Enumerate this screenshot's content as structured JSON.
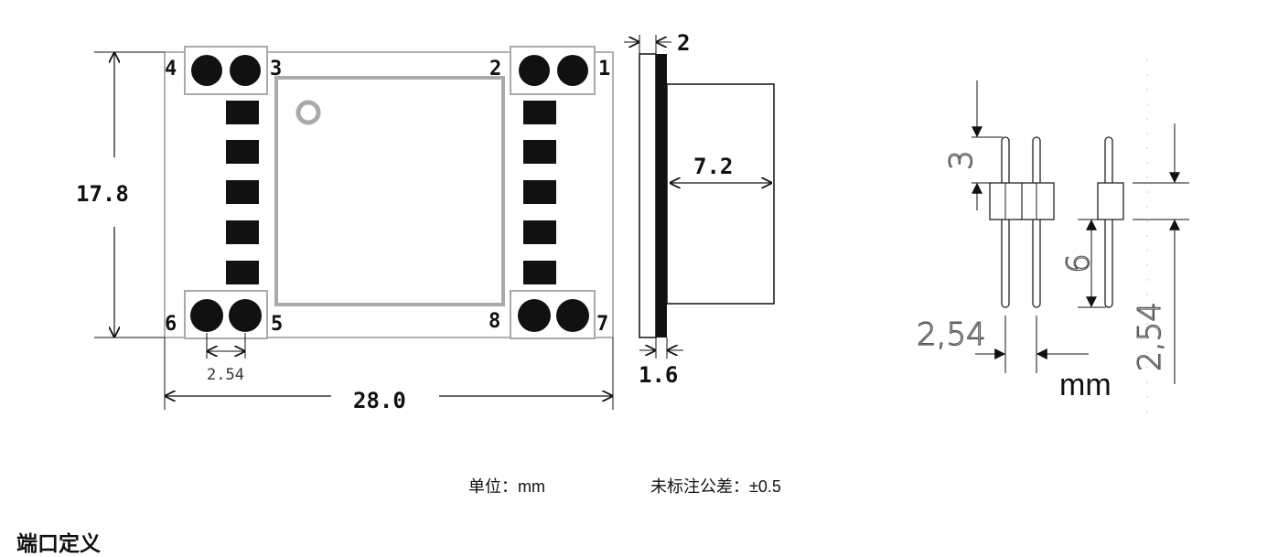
{
  "front_view": {
    "width_label": "28.0",
    "height_label": "17.8",
    "pitch_label": "2.54",
    "pins": [
      "4",
      "3",
      "2",
      "1",
      "6",
      "5",
      "8",
      "7"
    ]
  },
  "side_view": {
    "board_thickness_label": "2",
    "overall_label": "1.6",
    "component_height_label": "7.2"
  },
  "header_view": {
    "label_top": "3",
    "label_mid": "6",
    "label_pitch": "2,54",
    "label_right": "2,54",
    "unit": "mm"
  },
  "captions": {
    "unit": "单位：mm",
    "tolerance": "未标注公差：±0.5"
  },
  "section_heading": "端口定义"
}
